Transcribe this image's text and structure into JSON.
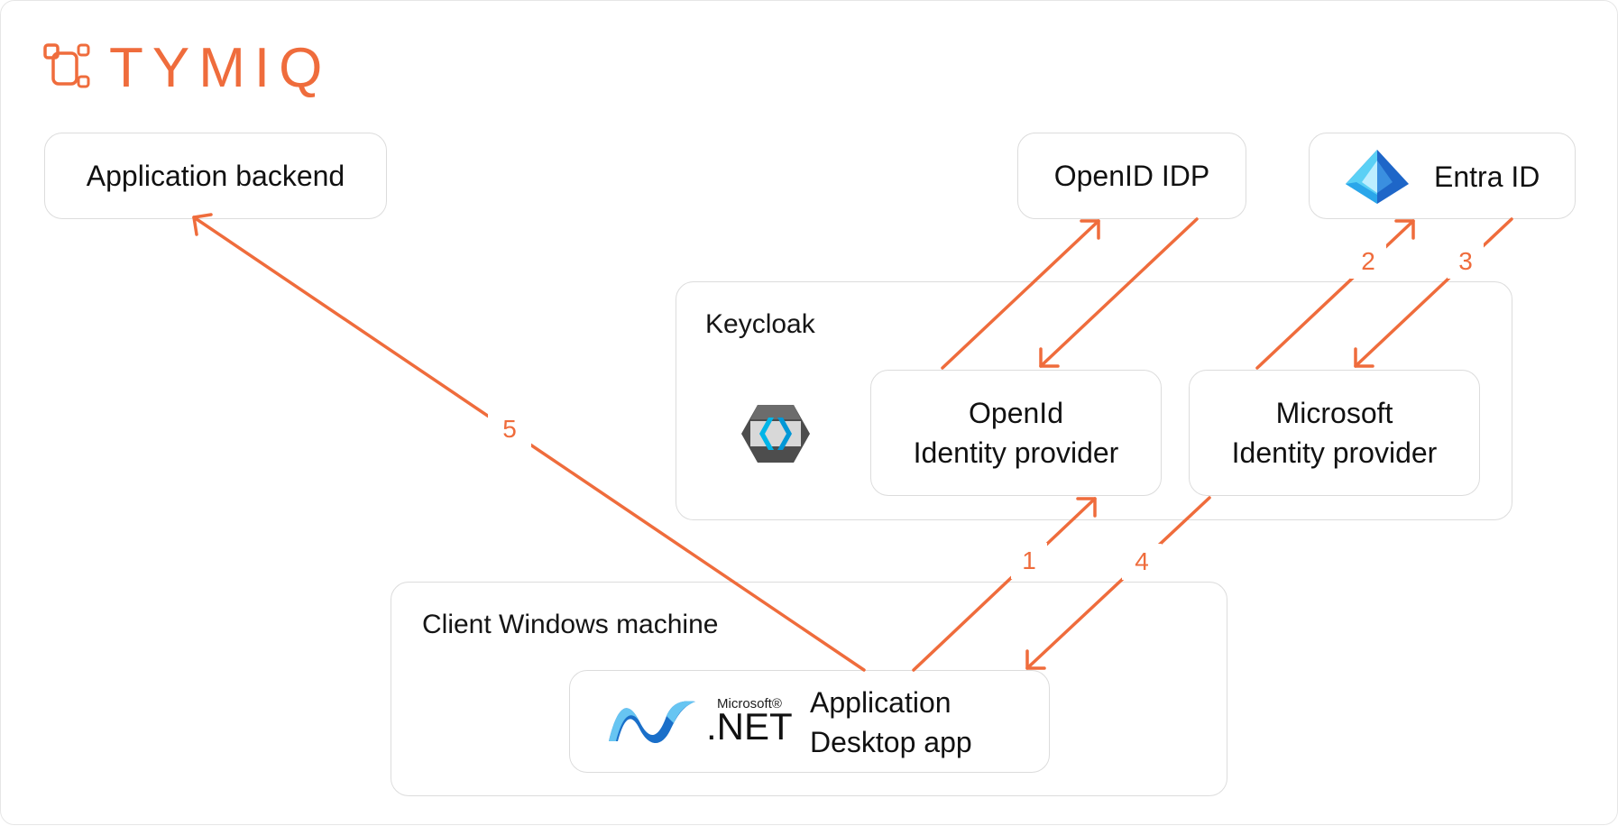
{
  "brand": {
    "name": "TYMIQ",
    "color": "#ef6c3c"
  },
  "nodes": {
    "application_backend": {
      "label": "Application backend"
    },
    "openid_idp": {
      "label": "OpenID IDP"
    },
    "entra_id": {
      "label": "Entra ID"
    },
    "keycloak": {
      "label": "Keycloak"
    },
    "openid_provider": {
      "line1": "OpenId",
      "line2": "Identity provider"
    },
    "microsoft_provider": {
      "line1": "Microsoft",
      "line2": "Identity provider"
    },
    "client_machine": {
      "label": "Client Windows machine"
    },
    "desktop_app": {
      "line1": "Application",
      "line2": "Desktop app"
    },
    "dotnet_logo": {
      "microsoft": "Microsoft®",
      "net": ".NET"
    }
  },
  "flow": {
    "step1": "1",
    "step2": "2",
    "step3": "3",
    "step4": "4",
    "step5": "5"
  },
  "colors": {
    "arrow": "#ef6c3c",
    "border": "#dcdcdc"
  },
  "icons": {
    "brand": "tymiq-logo-icon",
    "entra": "entra-id-icon",
    "keycloak": "keycloak-icon",
    "dotnet": "dotnet-logo-icon"
  }
}
